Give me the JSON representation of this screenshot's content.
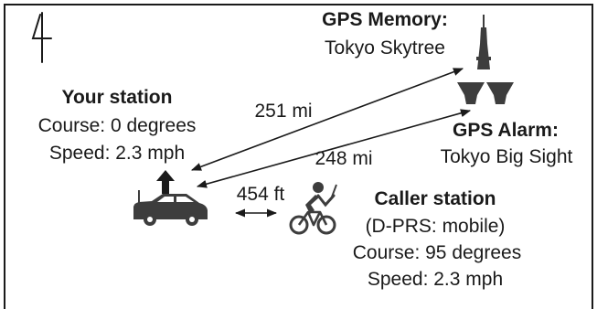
{
  "your_station": {
    "title": "Your station",
    "course": "Course: 0 degrees",
    "speed": "Speed: 2.3 mph"
  },
  "gps_memory": {
    "title": "GPS Memory:",
    "location": "Tokyo Skytree"
  },
  "gps_alarm": {
    "title": "GPS Alarm:",
    "location": "Tokyo Big Sight"
  },
  "caller_station": {
    "title": "Caller station",
    "type": "(D-PRS: mobile)",
    "course": "Course: 95 degrees",
    "speed": "Speed: 2.3 mph"
  },
  "distances": {
    "to_memory": "251 mi",
    "to_alarm": "248 mi",
    "to_caller": "454 ft"
  },
  "icons": {
    "north": "north-indicator-icon",
    "car": "car-icon",
    "heading": "heading-arrow-icon",
    "cyclist": "cyclist-icon",
    "tower": "skytree-tower-icon",
    "bigsight": "big-sight-building-icon"
  },
  "colors": {
    "ink": "#1a1a1a",
    "icon_fill": "#3d3d3d"
  }
}
